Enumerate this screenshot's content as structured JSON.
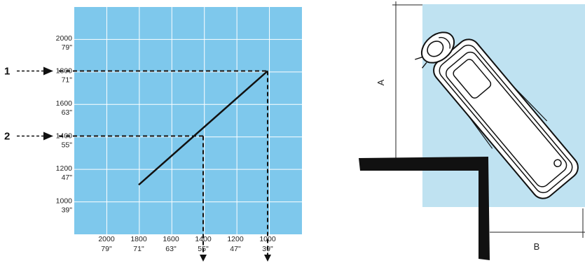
{
  "colors": {
    "grid_bg": "#7ec8ec",
    "grid_line": "#ffffff",
    "room_bg": "#bfe2f1",
    "ink": "#111111"
  },
  "chart_data": {
    "type": "line",
    "x_ticks": [
      {
        "mm": "2000",
        "inch": "79\""
      },
      {
        "mm": "1800",
        "inch": "71\""
      },
      {
        "mm": "1600",
        "inch": "63\""
      },
      {
        "mm": "1400",
        "inch": "55\""
      },
      {
        "mm": "1200",
        "inch": "47\""
      },
      {
        "mm": "1000",
        "inch": "39\""
      }
    ],
    "y_ticks": [
      {
        "mm": "2000",
        "inch": "79\""
      },
      {
        "mm": "1800",
        "inch": "71\""
      },
      {
        "mm": "1600",
        "inch": "63\""
      },
      {
        "mm": "1400",
        "inch": "55\""
      },
      {
        "mm": "1200",
        "inch": "47\""
      },
      {
        "mm": "1000",
        "inch": "39\""
      }
    ],
    "x_axis_reversed": true,
    "series": [
      {
        "points": [
          {
            "x": 1800,
            "y": 1100
          },
          {
            "x": 1000,
            "y": 1800
          }
        ]
      }
    ],
    "markers": [
      {
        "label": "1",
        "y": 1800,
        "x": 1000
      },
      {
        "label": "2",
        "y": 1400,
        "x": 1400
      }
    ],
    "grid": true
  },
  "room": {
    "dimension_a": "A",
    "dimension_b": "B"
  }
}
